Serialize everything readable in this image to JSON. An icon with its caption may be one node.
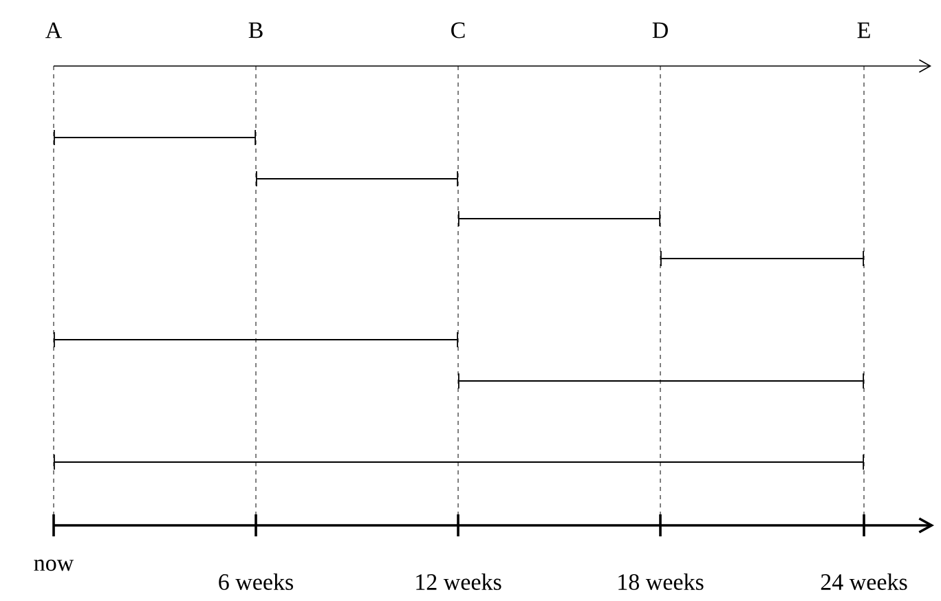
{
  "diagram": {
    "labels": [
      "A",
      "B",
      "C",
      "D",
      "E",
      "now",
      "6 weeks",
      "12 weeks",
      "18 weeks",
      "24 weeks"
    ]
  }
}
